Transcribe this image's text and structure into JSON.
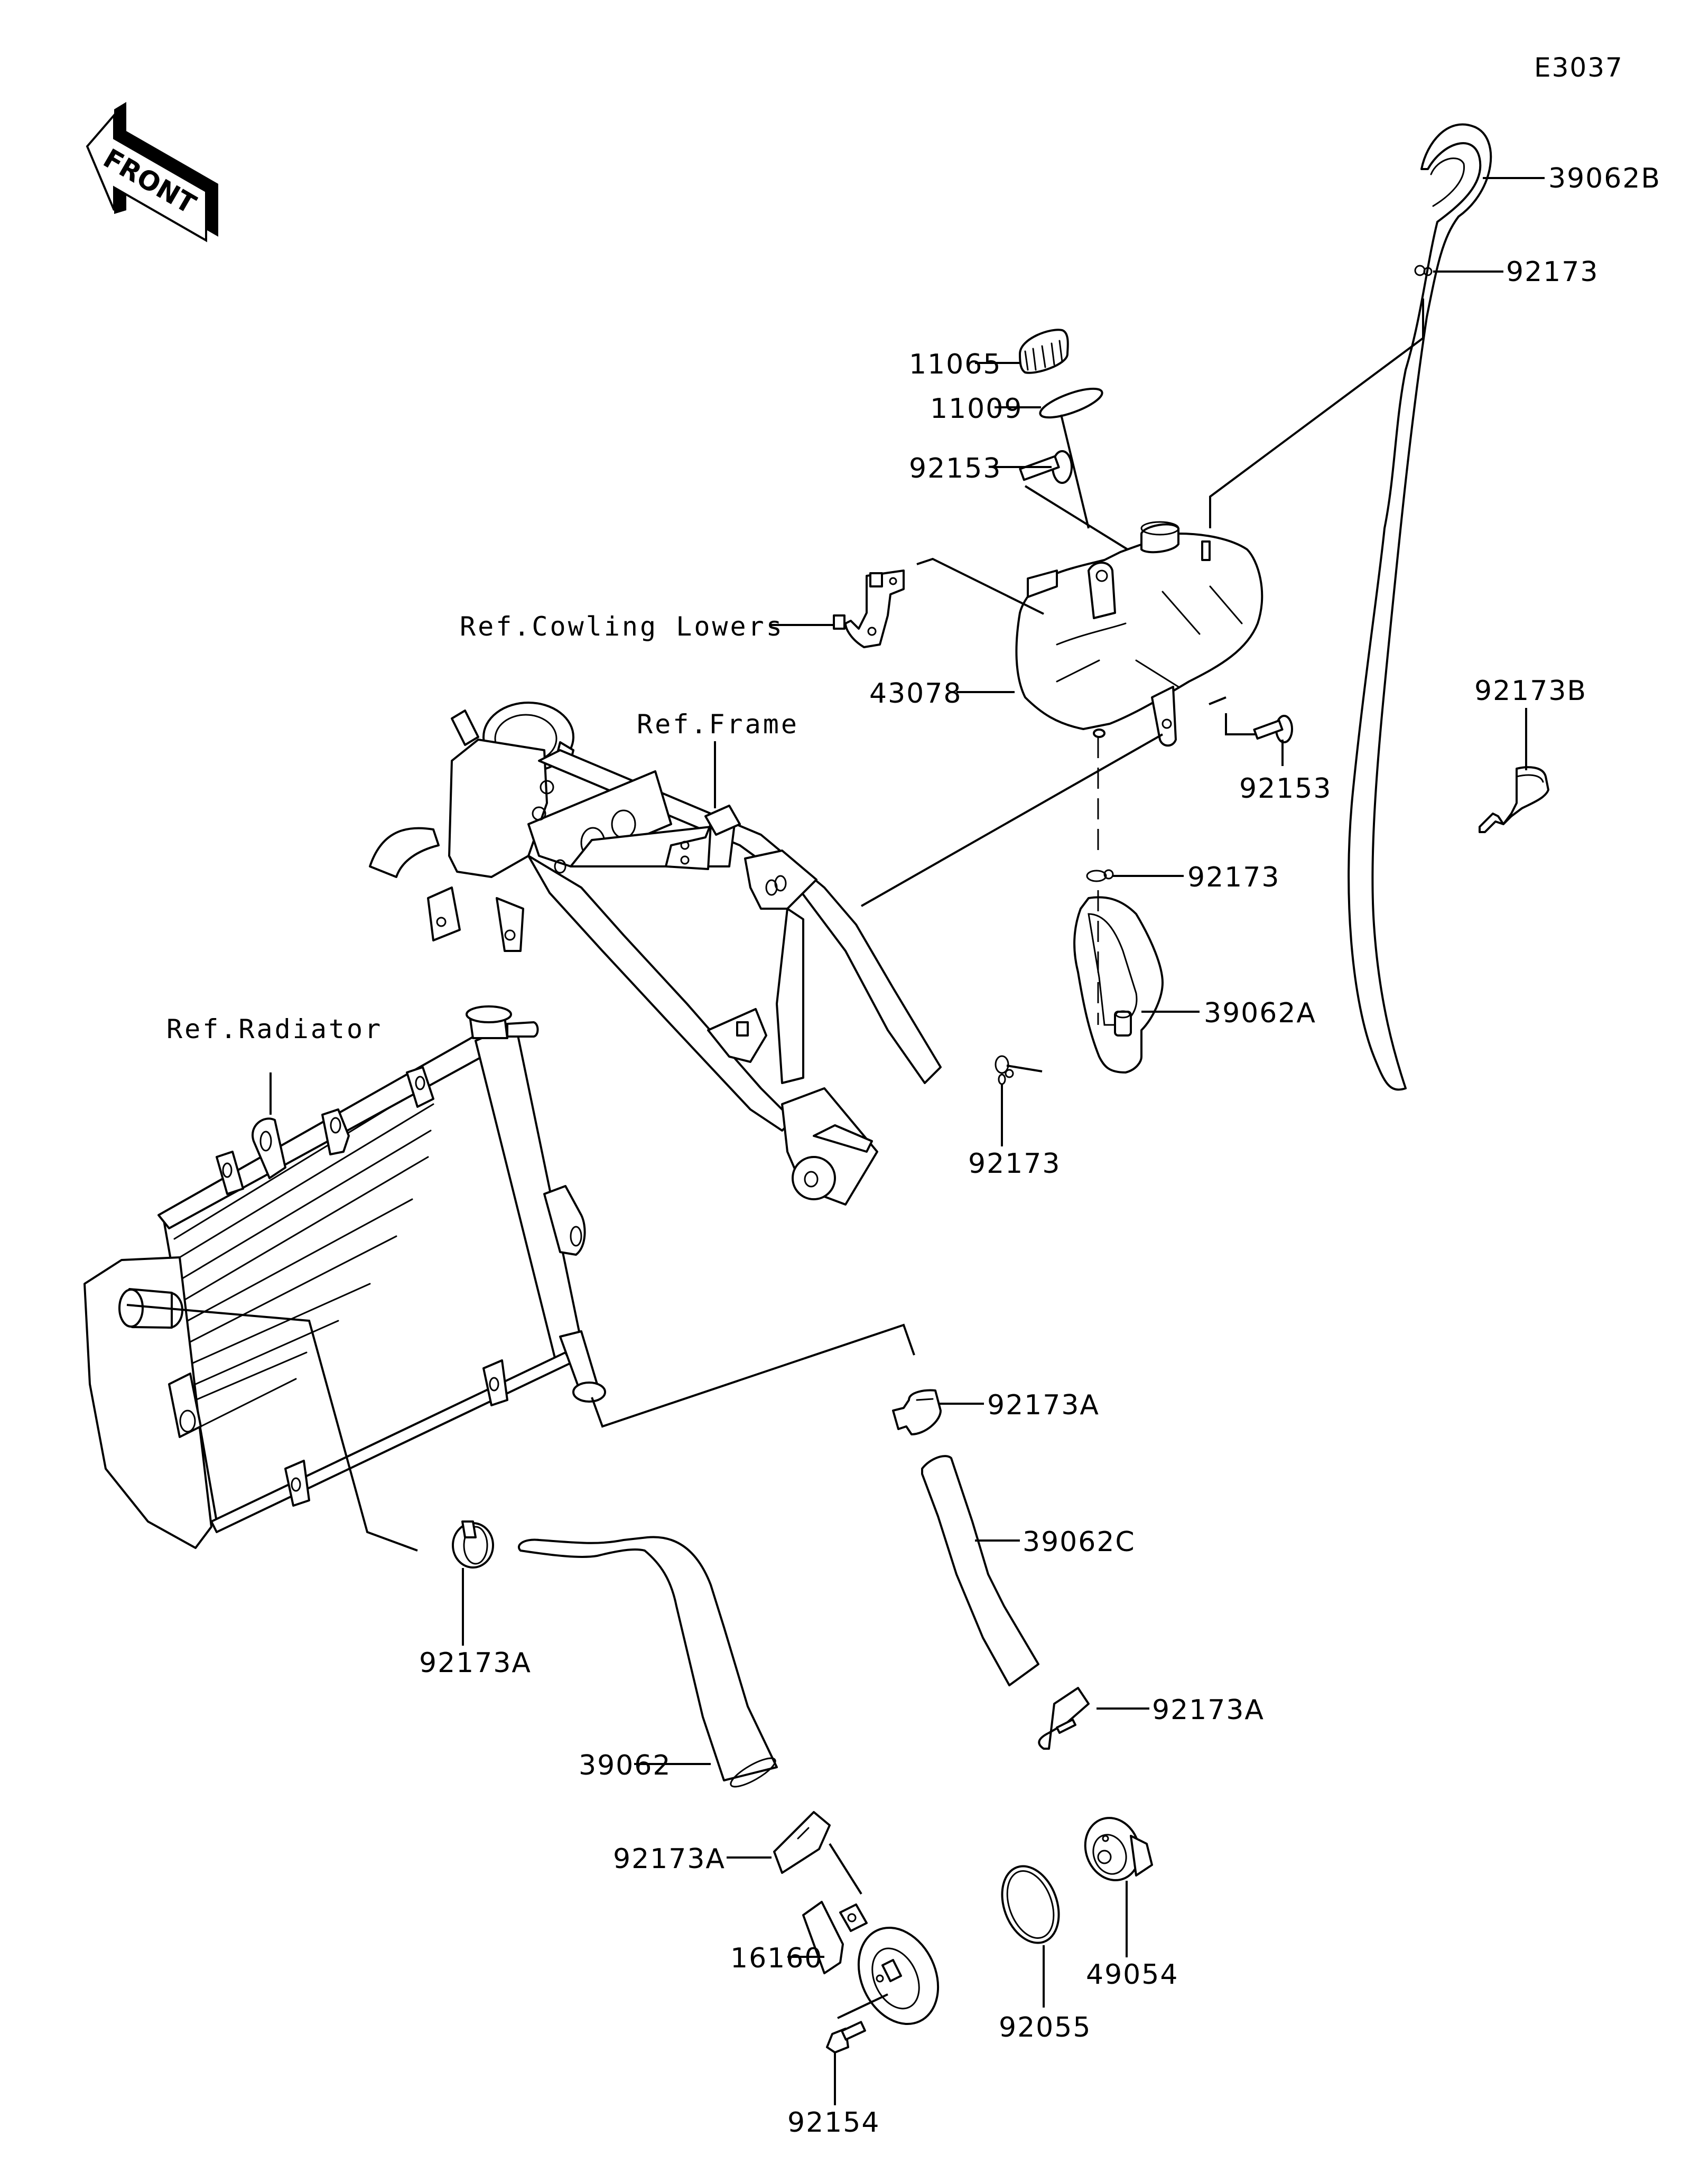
{
  "diagram": {
    "code": "E3037",
    "front_label": "FRONT",
    "colors": {
      "line": "#000000",
      "background": "#ffffff"
    }
  },
  "references": {
    "cowling_lowers": "Ref.Cowling Lowers",
    "frame": "Ref.Frame",
    "radiator": "Ref.Radiator"
  },
  "parts": {
    "hose_39062B": "39062B",
    "clamp_92173_top": "92173",
    "cap_11065": "11065",
    "gasket_11009": "11009",
    "bolt_92153_top": "92153",
    "reservoir_43078": "43078",
    "clamp_92173B": "92173B",
    "bolt_92153_right": "92153",
    "clamp_92173_mid": "92173",
    "hose_39062A": "39062A",
    "clamp_92173_low": "92173",
    "clamp_92173A_upper_right": "92173A",
    "hose_39062C": "39062C",
    "clamp_92173A_left": "92173A",
    "clamp_92173A_lower_right": "92173A",
    "hose_39062": "39062",
    "clamp_92173A_bottom": "92173A",
    "cover_16160": "16160",
    "oring_92055": "92055",
    "thermostat_49054": "49054",
    "bolt_92154": "92154"
  }
}
